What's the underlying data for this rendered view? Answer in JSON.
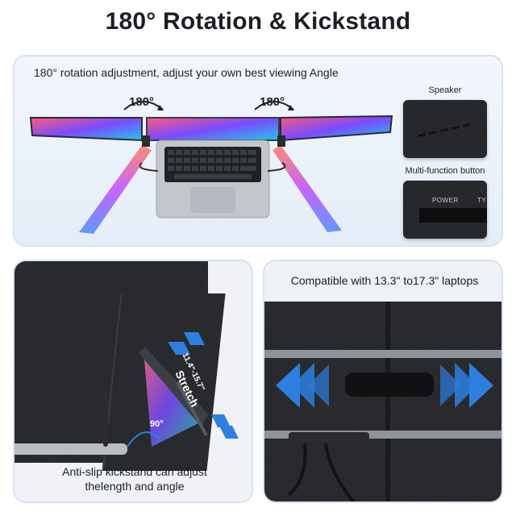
{
  "title": "180° Rotation & Kickstand",
  "top": {
    "caption": "180° rotation adjustment, adjust your own best viewing Angle",
    "rotation_left": "180°",
    "rotation_right": "180°",
    "speaker_label": "Speaker",
    "multifunction_label": "Multi-function button",
    "power_text": "POWER",
    "typec_text": "TY"
  },
  "bottom_left": {
    "stretch_text": "Stretch",
    "dimension_text": "11.4\"-15.7\"",
    "angle_text": "90°",
    "caption_line1": "Anti-slip kickstand can adjust",
    "caption_line2": "thelength and angle"
  },
  "bottom_right": {
    "caption": "Compatible with 13.3\" to17.3\" laptops"
  },
  "colors": {
    "arrow_blue": "#2d7fe0",
    "panel_border": "#d6e3f1",
    "screen_gradient_a": "#ff5a7a",
    "screen_gradient_b": "#5a4bff",
    "screen_gradient_c": "#20c9e8"
  }
}
